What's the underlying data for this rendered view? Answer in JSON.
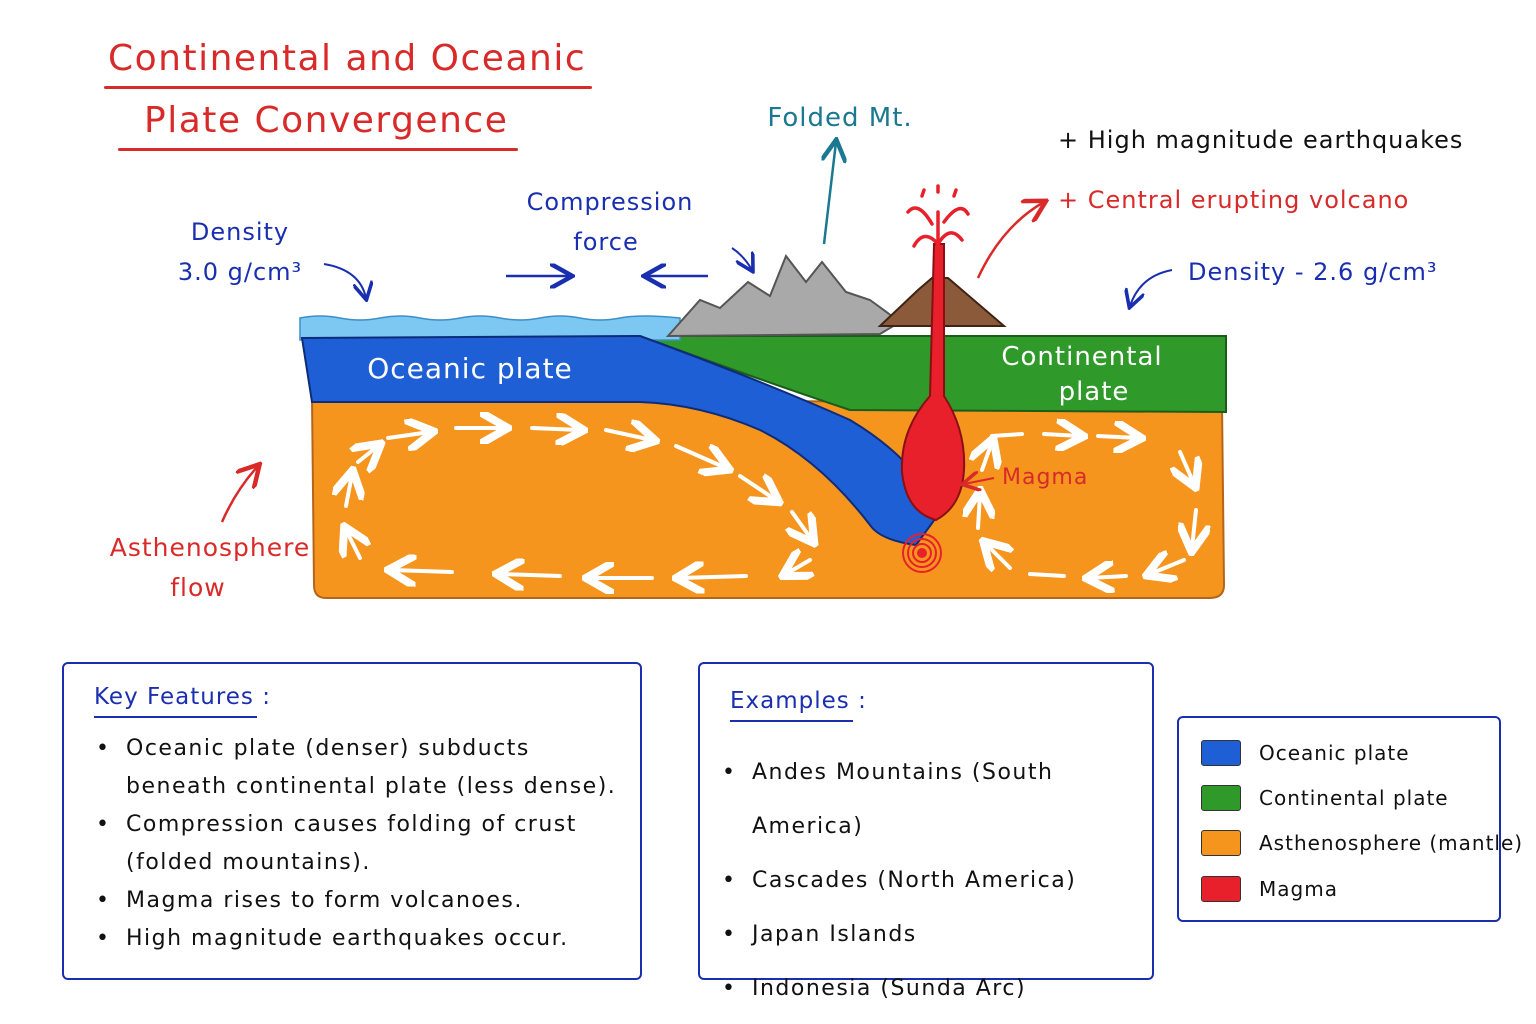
{
  "title": {
    "line1": "Continental and Oceanic",
    "line2": "Plate Convergence"
  },
  "labels": {
    "density_ocean_title": "Density",
    "density_ocean_value": "3.0 g/cm³",
    "compression_1": "Compression",
    "compression_2": "force",
    "folded_mt": "Folded Mt.",
    "note_earthquakes": "+ High magnitude earthquakes",
    "note_volcano": "+ Central erupting volcano",
    "density_cont": "Density - 2.6 g/cm³",
    "oceanic_plate": "Oceanic plate",
    "continental_1": "Continental",
    "continental_2": "plate",
    "magma": "Magma",
    "astheno_1": "Asthenosphere",
    "astheno_2": "flow"
  },
  "colors": {
    "ocean_plate": "#1f5fd6",
    "continental_plate": "#2f9a2a",
    "asthenosphere": "#f5951e",
    "magma": "#e8202b",
    "water": "#7cc8f2",
    "mountain": "#a9a9a9",
    "volcano": "#8a5a3a",
    "red_text": "#d92a2a",
    "blue_text": "#1a2fb0",
    "teal_text": "#1a7890"
  },
  "key_features": {
    "heading": "Key Features :",
    "items": [
      "Oceanic plate (denser) subducts beneath continental plate (less dense).",
      "Compression causes folding of crust (folded mountains).",
      "Magma rises to form volcanoes.",
      "High magnitude earthquakes occur."
    ]
  },
  "examples": {
    "heading": "Examples :",
    "items": [
      "Andes Mountains (South America)",
      "Cascades (North America)",
      "Japan Islands",
      "Indonesia (Sunda Arc)"
    ]
  },
  "legend": {
    "items": [
      {
        "label": "Oceanic plate",
        "color": "#1f5fd6"
      },
      {
        "label": "Continental plate",
        "color": "#2f9a2a"
      },
      {
        "label": "Asthenosphere (mantle)",
        "color": "#f5951e"
      },
      {
        "label": "Magma",
        "color": "#e8202b"
      }
    ]
  }
}
